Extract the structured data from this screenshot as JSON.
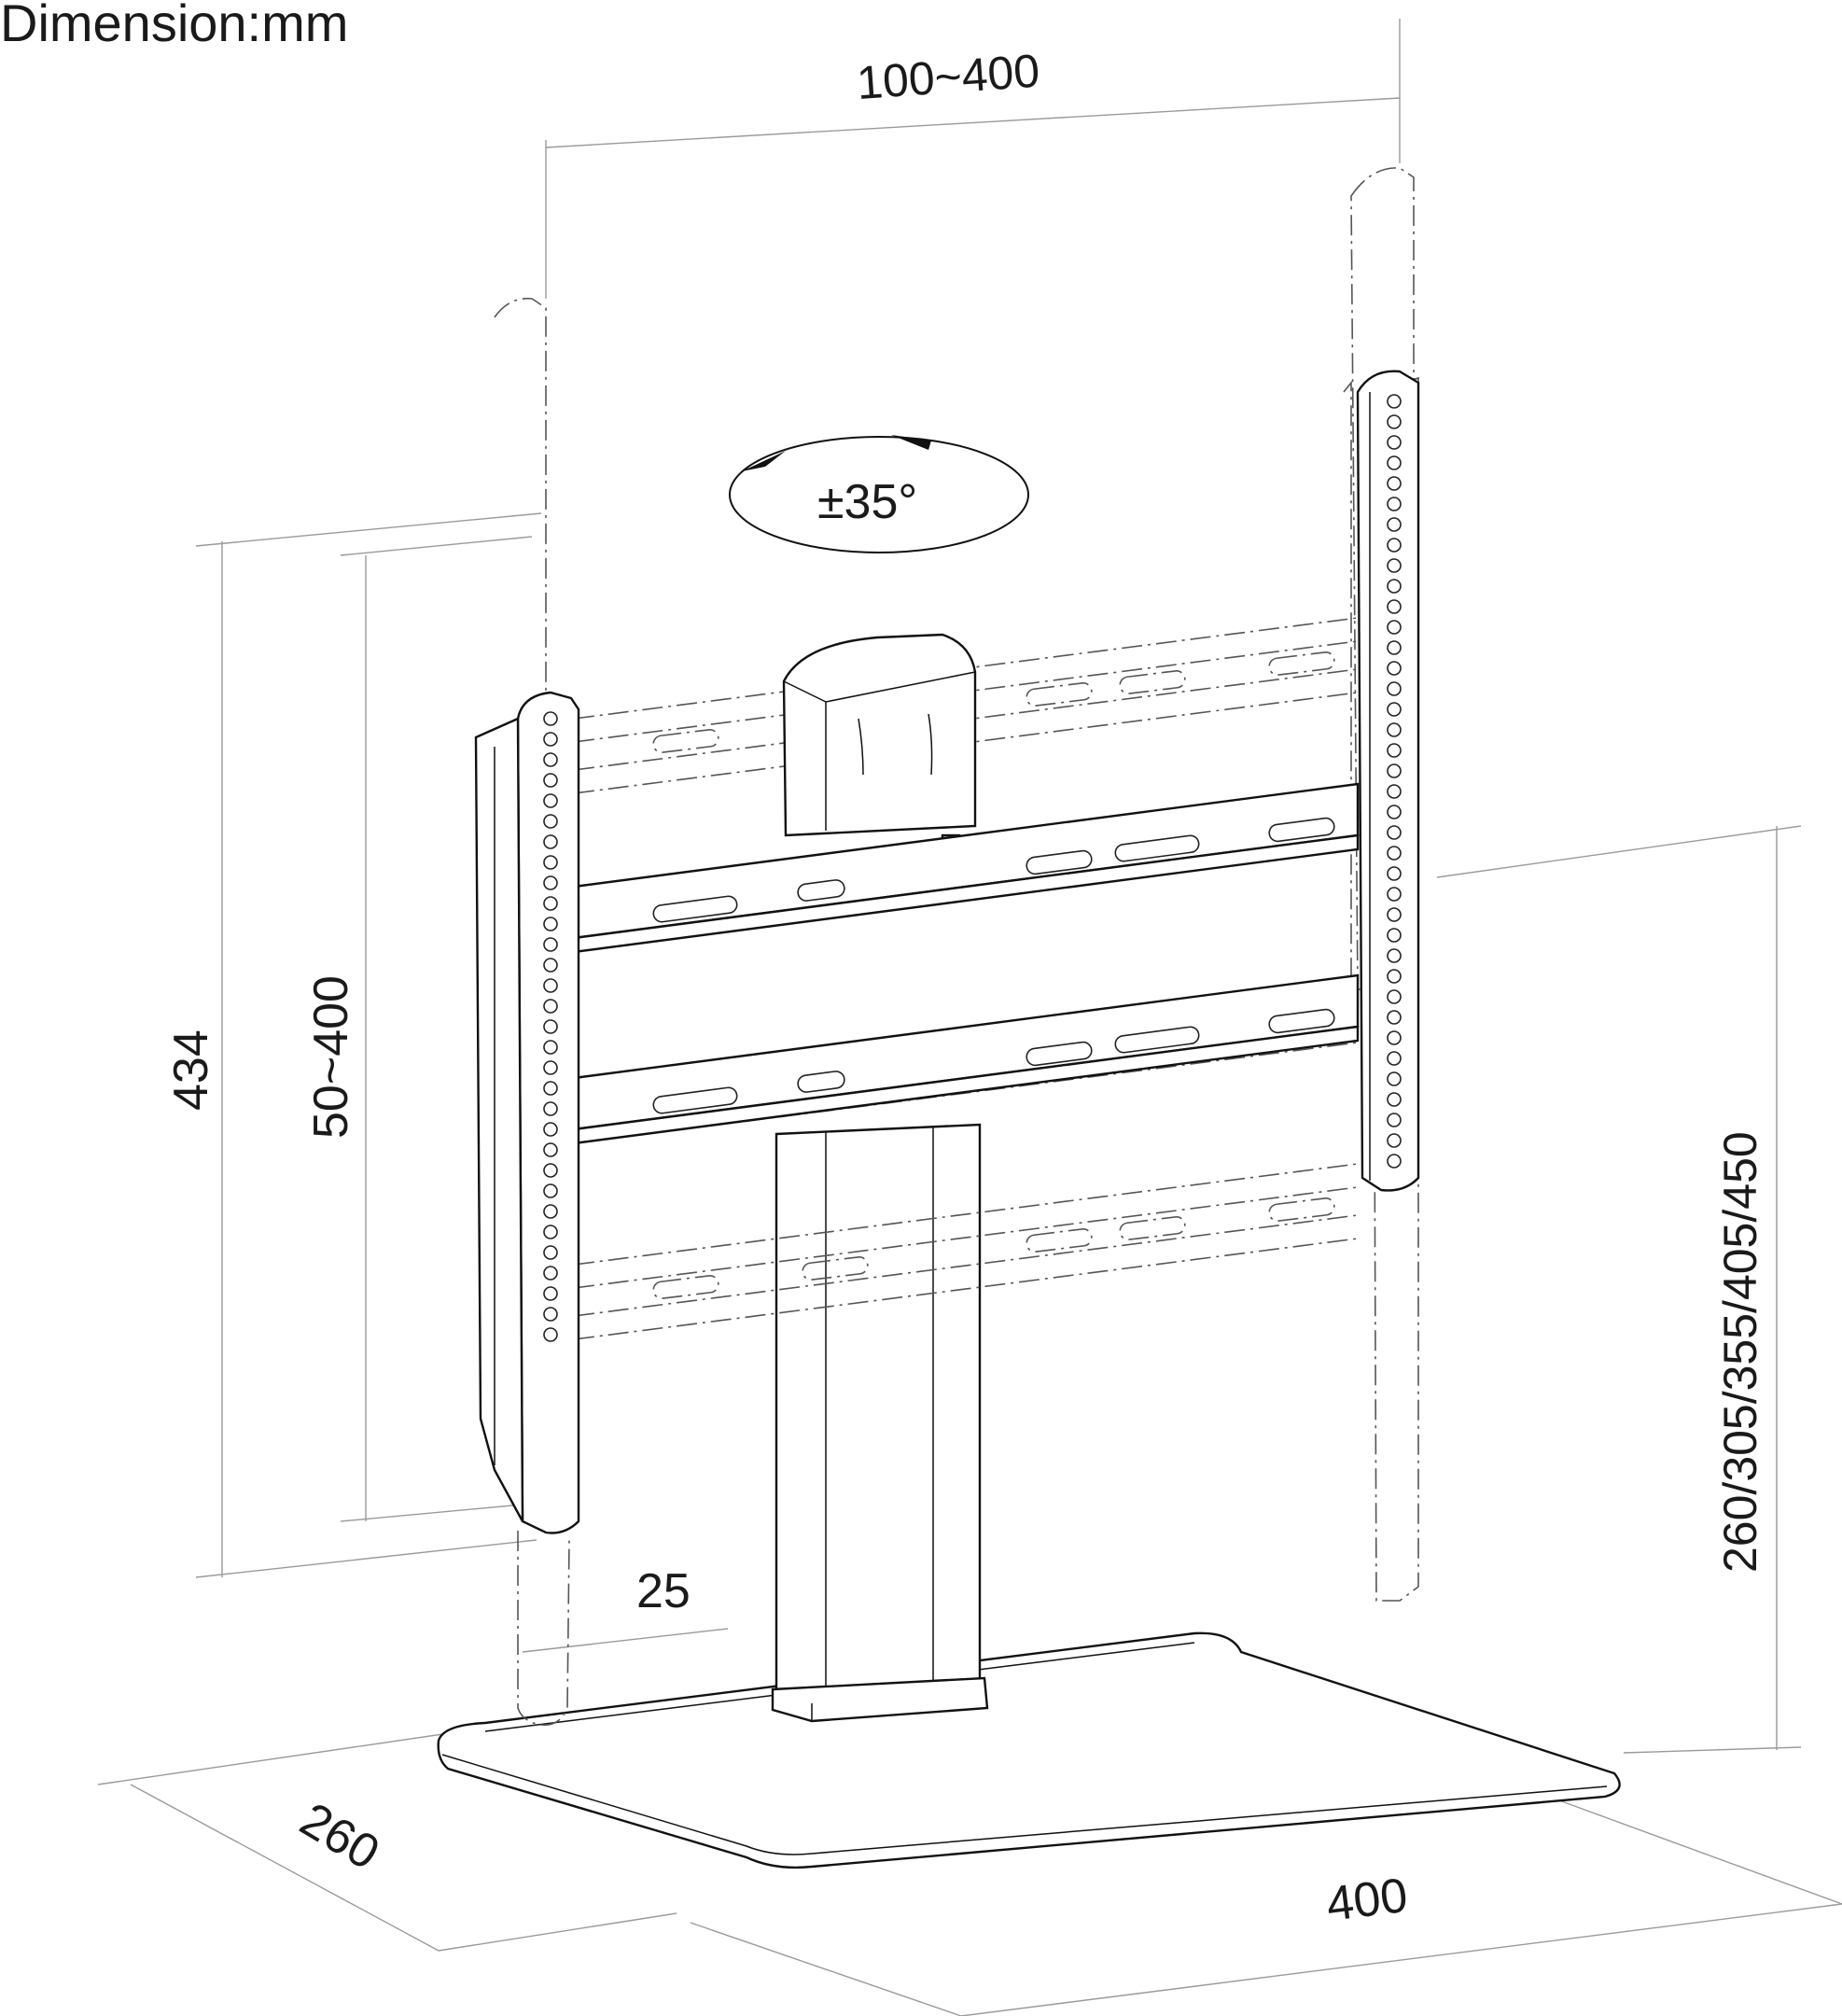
{
  "header": {
    "unit_label": "Dimension:mm"
  },
  "dimensions": {
    "vesa_width": "100~400",
    "swivel": "±35°",
    "overall_height": "434",
    "vesa_height": "50~400",
    "tilt_offset": "25",
    "height_options": "260/305/355/405/450",
    "base_depth": "260",
    "base_width": "400"
  },
  "colors": {
    "line": "#111111",
    "dimension_line": "#9a9a9a",
    "background": "#ffffff"
  }
}
